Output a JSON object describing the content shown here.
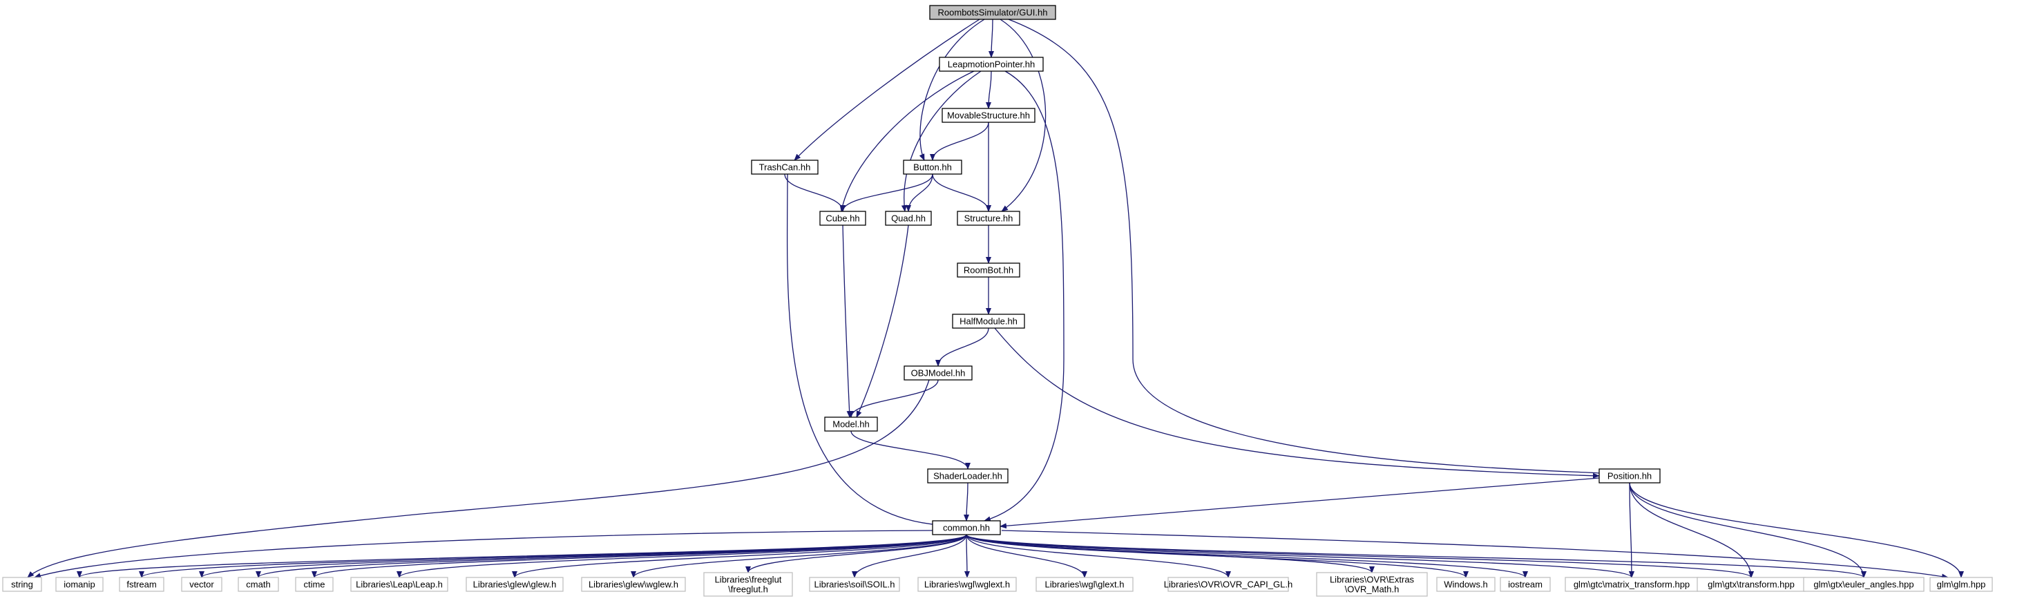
{
  "diagram": {
    "type": "include-dependency-graph",
    "root": "RoombotsSimulator/GUI.hh",
    "colors": {
      "edge": "#191970",
      "node_border": "#000000",
      "ext_border": "#bfbfbf",
      "root_fill": "#bfbfbf",
      "node_fill": "#ffffff"
    },
    "nodes": [
      {
        "id": "gui",
        "kind": "root",
        "label": [
          "RoombotsSimulator/GUI.hh"
        ]
      },
      {
        "id": "leap",
        "kind": "file",
        "label": [
          "LeapmotionPointer.hh"
        ]
      },
      {
        "id": "movable",
        "kind": "file",
        "label": [
          "MovableStructure.hh"
        ]
      },
      {
        "id": "trashcan",
        "kind": "file",
        "label": [
          "TrashCan.hh"
        ]
      },
      {
        "id": "button",
        "kind": "file",
        "label": [
          "Button.hh"
        ]
      },
      {
        "id": "cube",
        "kind": "file",
        "label": [
          "Cube.hh"
        ]
      },
      {
        "id": "quad",
        "kind": "file",
        "label": [
          "Quad.hh"
        ]
      },
      {
        "id": "structure",
        "kind": "file",
        "label": [
          "Structure.hh"
        ]
      },
      {
        "id": "roombot",
        "kind": "file",
        "label": [
          "RoomBot.hh"
        ]
      },
      {
        "id": "halfmodule",
        "kind": "file",
        "label": [
          "HalfModule.hh"
        ]
      },
      {
        "id": "objmodel",
        "kind": "file",
        "label": [
          "OBJModel.hh"
        ]
      },
      {
        "id": "model",
        "kind": "file",
        "label": [
          "Model.hh"
        ]
      },
      {
        "id": "shader",
        "kind": "file",
        "label": [
          "ShaderLoader.hh"
        ]
      },
      {
        "id": "position",
        "kind": "file",
        "label": [
          "Position.hh"
        ]
      },
      {
        "id": "common",
        "kind": "file",
        "label": [
          "common.hh"
        ]
      },
      {
        "id": "string",
        "kind": "external",
        "label": [
          "string"
        ]
      },
      {
        "id": "iomanip",
        "kind": "external",
        "label": [
          "iomanip"
        ]
      },
      {
        "id": "fstream",
        "kind": "external",
        "label": [
          "fstream"
        ]
      },
      {
        "id": "vector",
        "kind": "external",
        "label": [
          "vector"
        ]
      },
      {
        "id": "cmath",
        "kind": "external",
        "label": [
          "cmath"
        ]
      },
      {
        "id": "ctime",
        "kind": "external",
        "label": [
          "ctime"
        ]
      },
      {
        "id": "leaph",
        "kind": "external",
        "label": [
          "Libraries\\Leap\\Leap.h"
        ]
      },
      {
        "id": "glewh",
        "kind": "external",
        "label": [
          "Libraries\\glew\\glew.h"
        ]
      },
      {
        "id": "wglewh",
        "kind": "external",
        "label": [
          "Libraries\\glew\\wglew.h"
        ]
      },
      {
        "id": "freeglut",
        "kind": "external",
        "label": [
          "Libraries\\freeglut",
          "\\freeglut.h"
        ]
      },
      {
        "id": "soil",
        "kind": "external",
        "label": [
          "Libraries\\soil\\SOIL.h"
        ]
      },
      {
        "id": "wglwglext",
        "kind": "external",
        "label": [
          "Libraries\\wgl\\wglext.h"
        ]
      },
      {
        "id": "wglglext",
        "kind": "external",
        "label": [
          "Libraries\\wgl\\glext.h"
        ]
      },
      {
        "id": "ovrcapi",
        "kind": "external",
        "label": [
          "Libraries\\OVR\\OVR_CAPI_GL.h"
        ]
      },
      {
        "id": "ovrmath",
        "kind": "external",
        "label": [
          "Libraries\\OVR\\Extras",
          "\\OVR_Math.h"
        ]
      },
      {
        "id": "windows",
        "kind": "external",
        "label": [
          "Windows.h"
        ]
      },
      {
        "id": "iostream",
        "kind": "external",
        "label": [
          "iostream"
        ]
      },
      {
        "id": "matrixtf",
        "kind": "external",
        "label": [
          "glm\\gtc\\matrix_transform.hpp"
        ]
      },
      {
        "id": "gtxtf",
        "kind": "external",
        "label": [
          "glm\\gtx\\transform.hpp"
        ]
      },
      {
        "id": "euler",
        "kind": "external",
        "label": [
          "glm\\gtx\\euler_angles.hpp"
        ]
      },
      {
        "id": "glm",
        "kind": "external",
        "label": [
          "glm\\glm.hpp"
        ]
      }
    ],
    "edges": [
      [
        "gui",
        "leap"
      ],
      [
        "gui",
        "trashcan"
      ],
      [
        "gui",
        "button"
      ],
      [
        "gui",
        "structure"
      ],
      [
        "gui",
        "position"
      ],
      [
        "leap",
        "movable"
      ],
      [
        "leap",
        "cube"
      ],
      [
        "leap",
        "quad"
      ],
      [
        "leap",
        "common"
      ],
      [
        "movable",
        "button"
      ],
      [
        "movable",
        "structure"
      ],
      [
        "trashcan",
        "cube"
      ],
      [
        "trashcan",
        "common"
      ],
      [
        "button",
        "cube"
      ],
      [
        "button",
        "quad"
      ],
      [
        "button",
        "structure"
      ],
      [
        "cube",
        "model"
      ],
      [
        "quad",
        "model"
      ],
      [
        "structure",
        "roombot"
      ],
      [
        "roombot",
        "halfmodule"
      ],
      [
        "halfmodule",
        "objmodel"
      ],
      [
        "halfmodule",
        "position"
      ],
      [
        "objmodel",
        "model"
      ],
      [
        "objmodel",
        "string"
      ],
      [
        "model",
        "shader"
      ],
      [
        "shader",
        "common"
      ],
      [
        "position",
        "common"
      ],
      [
        "position",
        "matrixtf"
      ],
      [
        "position",
        "gtxtf"
      ],
      [
        "position",
        "euler"
      ],
      [
        "position",
        "glm"
      ],
      [
        "common",
        "string"
      ],
      [
        "common",
        "iomanip"
      ],
      [
        "common",
        "fstream"
      ],
      [
        "common",
        "vector"
      ],
      [
        "common",
        "cmath"
      ],
      [
        "common",
        "ctime"
      ],
      [
        "common",
        "leaph"
      ],
      [
        "common",
        "glewh"
      ],
      [
        "common",
        "wglewh"
      ],
      [
        "common",
        "freeglut"
      ],
      [
        "common",
        "soil"
      ],
      [
        "common",
        "wglwglext"
      ],
      [
        "common",
        "wglglext"
      ],
      [
        "common",
        "ovrcapi"
      ],
      [
        "common",
        "ovrmath"
      ],
      [
        "common",
        "windows"
      ],
      [
        "common",
        "iostream"
      ],
      [
        "common",
        "matrixtf"
      ],
      [
        "common",
        "gtxtf"
      ],
      [
        "common",
        "euler"
      ],
      [
        "common",
        "glm"
      ]
    ]
  }
}
